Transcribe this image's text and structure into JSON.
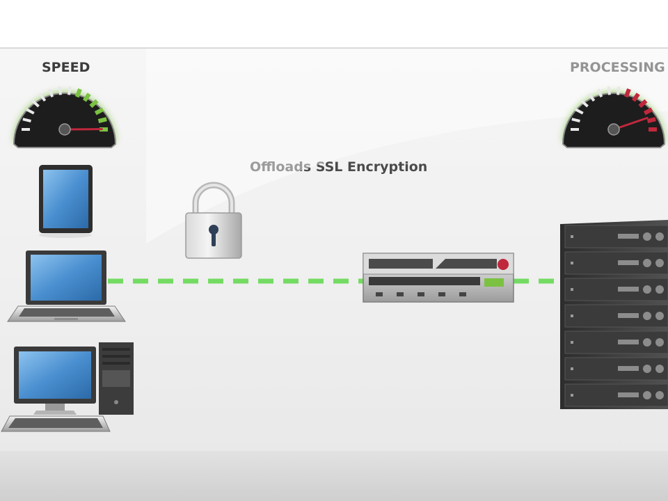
{
  "diagram": {
    "caption": "Offloads SSL Encryption",
    "gauges": [
      {
        "label": "SPEED",
        "level": 0.95,
        "needle_color": "#c0283c",
        "accent": "#7cc242"
      },
      {
        "label": "PROCESSING",
        "level": 0.85,
        "needle_color": "#c0283c",
        "accent": "#c0283c"
      }
    ],
    "colors": {
      "link": "#5fd84a",
      "device_frame": "#3a3a3a",
      "screen": "#4a8fd0",
      "server": "#3b3b3b"
    },
    "icons": [
      "tablet-icon",
      "laptop-icon",
      "desktop-computer-icon",
      "padlock-icon",
      "load-balancer-appliance-icon",
      "server-rack-icon"
    ]
  }
}
